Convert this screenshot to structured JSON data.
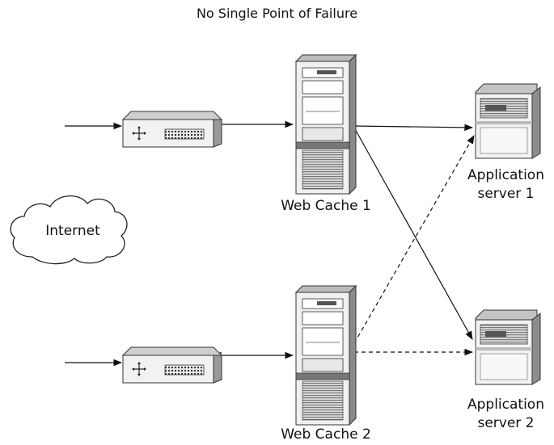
{
  "title": "No Single Point of Failure",
  "nodes": {
    "internet": "Internet",
    "web_cache_1": "Web Cache 1",
    "web_cache_2": "Web Cache 2",
    "app_server_1": [
      "Application",
      "server 1"
    ],
    "app_server_2": [
      "Application",
      "server 2"
    ]
  },
  "connections": [
    {
      "from": "inbound-1",
      "to": "router-1",
      "style": "solid"
    },
    {
      "from": "router-1",
      "to": "web_cache_1",
      "style": "solid"
    },
    {
      "from": "inbound-2",
      "to": "router-2",
      "style": "solid"
    },
    {
      "from": "router-2",
      "to": "web_cache_2",
      "style": "solid"
    },
    {
      "from": "web_cache_1",
      "to": "app_server_1",
      "style": "solid"
    },
    {
      "from": "web_cache_1",
      "to": "app_server_2",
      "style": "solid"
    },
    {
      "from": "web_cache_2",
      "to": "app_server_1",
      "style": "dashed"
    },
    {
      "from": "web_cache_2",
      "to": "app_server_2",
      "style": "dashed"
    }
  ]
}
